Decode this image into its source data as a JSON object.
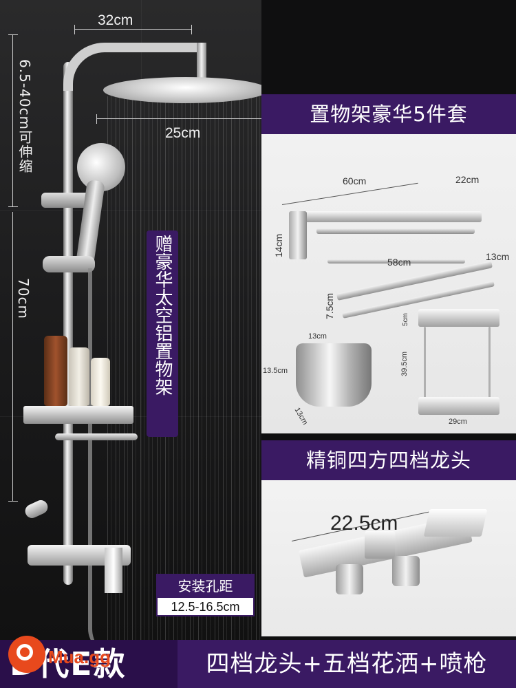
{
  "left": {
    "dims": {
      "top_width": "32cm",
      "head_width": "25cm",
      "extend_range": "6.5-40cm可伸缩",
      "rail_height": "70cm"
    },
    "gift_label": "赠豪华太空铝置物架",
    "hole": {
      "title": "安装孔距",
      "value": "12.5-16.5cm"
    }
  },
  "panel_a": {
    "title": "置物架豪华5件套",
    "towel_rack": {
      "length": "60cm",
      "depth": "22cm",
      "height": "14cm"
    },
    "towel_bar": {
      "length": "58cm",
      "depth": "13cm",
      "height": "7.5cm"
    },
    "paper_holder": {
      "width": "13cm",
      "height": "13.5cm",
      "depth": "13cm"
    },
    "corner_shelf": {
      "top": "5cm",
      "height": "39.5cm",
      "width": "29cm"
    }
  },
  "panel_b": {
    "title": "精铜四方四档龙头",
    "faucet_width": "22.5cm"
  },
  "bottom": {
    "title": "D代E款",
    "description": "四档龙头+五档花洒+喷枪",
    "watermark": "Mua.gg"
  },
  "colors": {
    "accent": "#3a1a63",
    "logo": "#e8491d"
  }
}
